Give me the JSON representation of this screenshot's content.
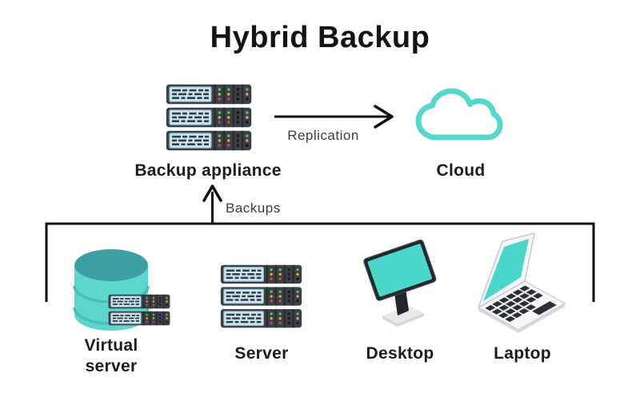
{
  "title": "Hybrid Backup",
  "diagram": {
    "appliance": {
      "label": "Backup appliance",
      "icon": "server-rack-icon"
    },
    "cloud": {
      "label": "Cloud",
      "icon": "cloud-icon"
    },
    "flows": [
      {
        "id": "replication",
        "label": "Replication",
        "from": "Backup appliance",
        "to": "Cloud"
      },
      {
        "id": "backups",
        "label": "Backups",
        "from": "devices-group",
        "to": "Backup appliance"
      }
    ],
    "devices": [
      {
        "id": "virtual-server",
        "label": "Virtual server",
        "icon": "database-server-icon"
      },
      {
        "id": "server",
        "label": "Server",
        "icon": "server-rack-icon"
      },
      {
        "id": "desktop",
        "label": "Desktop",
        "icon": "desktop-monitor-icon"
      },
      {
        "id": "laptop",
        "label": "Laptop",
        "icon": "laptop-icon"
      }
    ]
  },
  "colors": {
    "accent_teal": "#55D7CB",
    "teal_dark": "#3FA0A4",
    "device_dark": "#3A4046",
    "screen_blue": "#CBE7F2",
    "led_green": "#5CC162",
    "led_orange": "#EDA83F",
    "led_red": "#D14A42",
    "line_black": "#0E0E0E"
  }
}
